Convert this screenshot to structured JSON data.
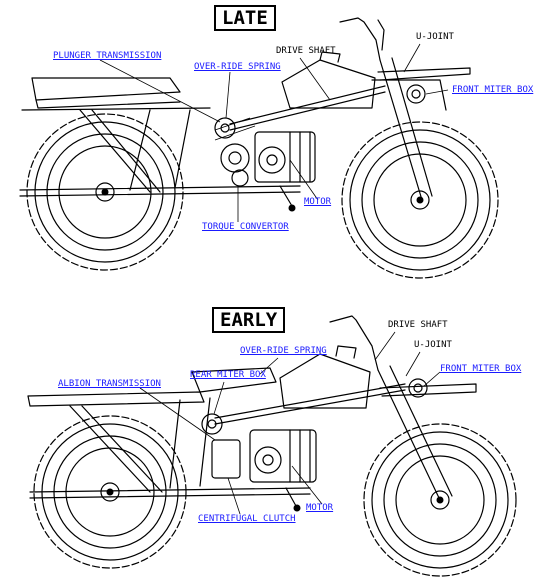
{
  "late": {
    "title": "LATE",
    "labels": {
      "plunger_transmission": "PLUNGER TRANSMISSION",
      "override_spring": "OVER-RIDE SPRING",
      "drive_shaft": "DRIVE SHAFT",
      "u_joint": "U-JOINT",
      "front_miter_box": "FRONT MITER BOX",
      "motor": "MOTOR",
      "torque_convertor": "TORQUE CONVERTOR"
    }
  },
  "early": {
    "title": "EARLY",
    "labels": {
      "drive_shaft": "DRIVE SHAFT",
      "u_joint": "U-JOINT",
      "override_spring": "OVER-RIDE SPRING",
      "rear_miter_box": "REAR MITER BOX",
      "front_miter_box": "FRONT MITER BOX",
      "albion_transmission": "ALBION TRANSMISSION",
      "motor": "MOTOR",
      "centrifugal_clutch": "CENTRIFUGAL CLUTCH"
    }
  },
  "colors": {
    "link": "#1a1aff",
    "line": "#000000",
    "background": "#ffffff"
  }
}
